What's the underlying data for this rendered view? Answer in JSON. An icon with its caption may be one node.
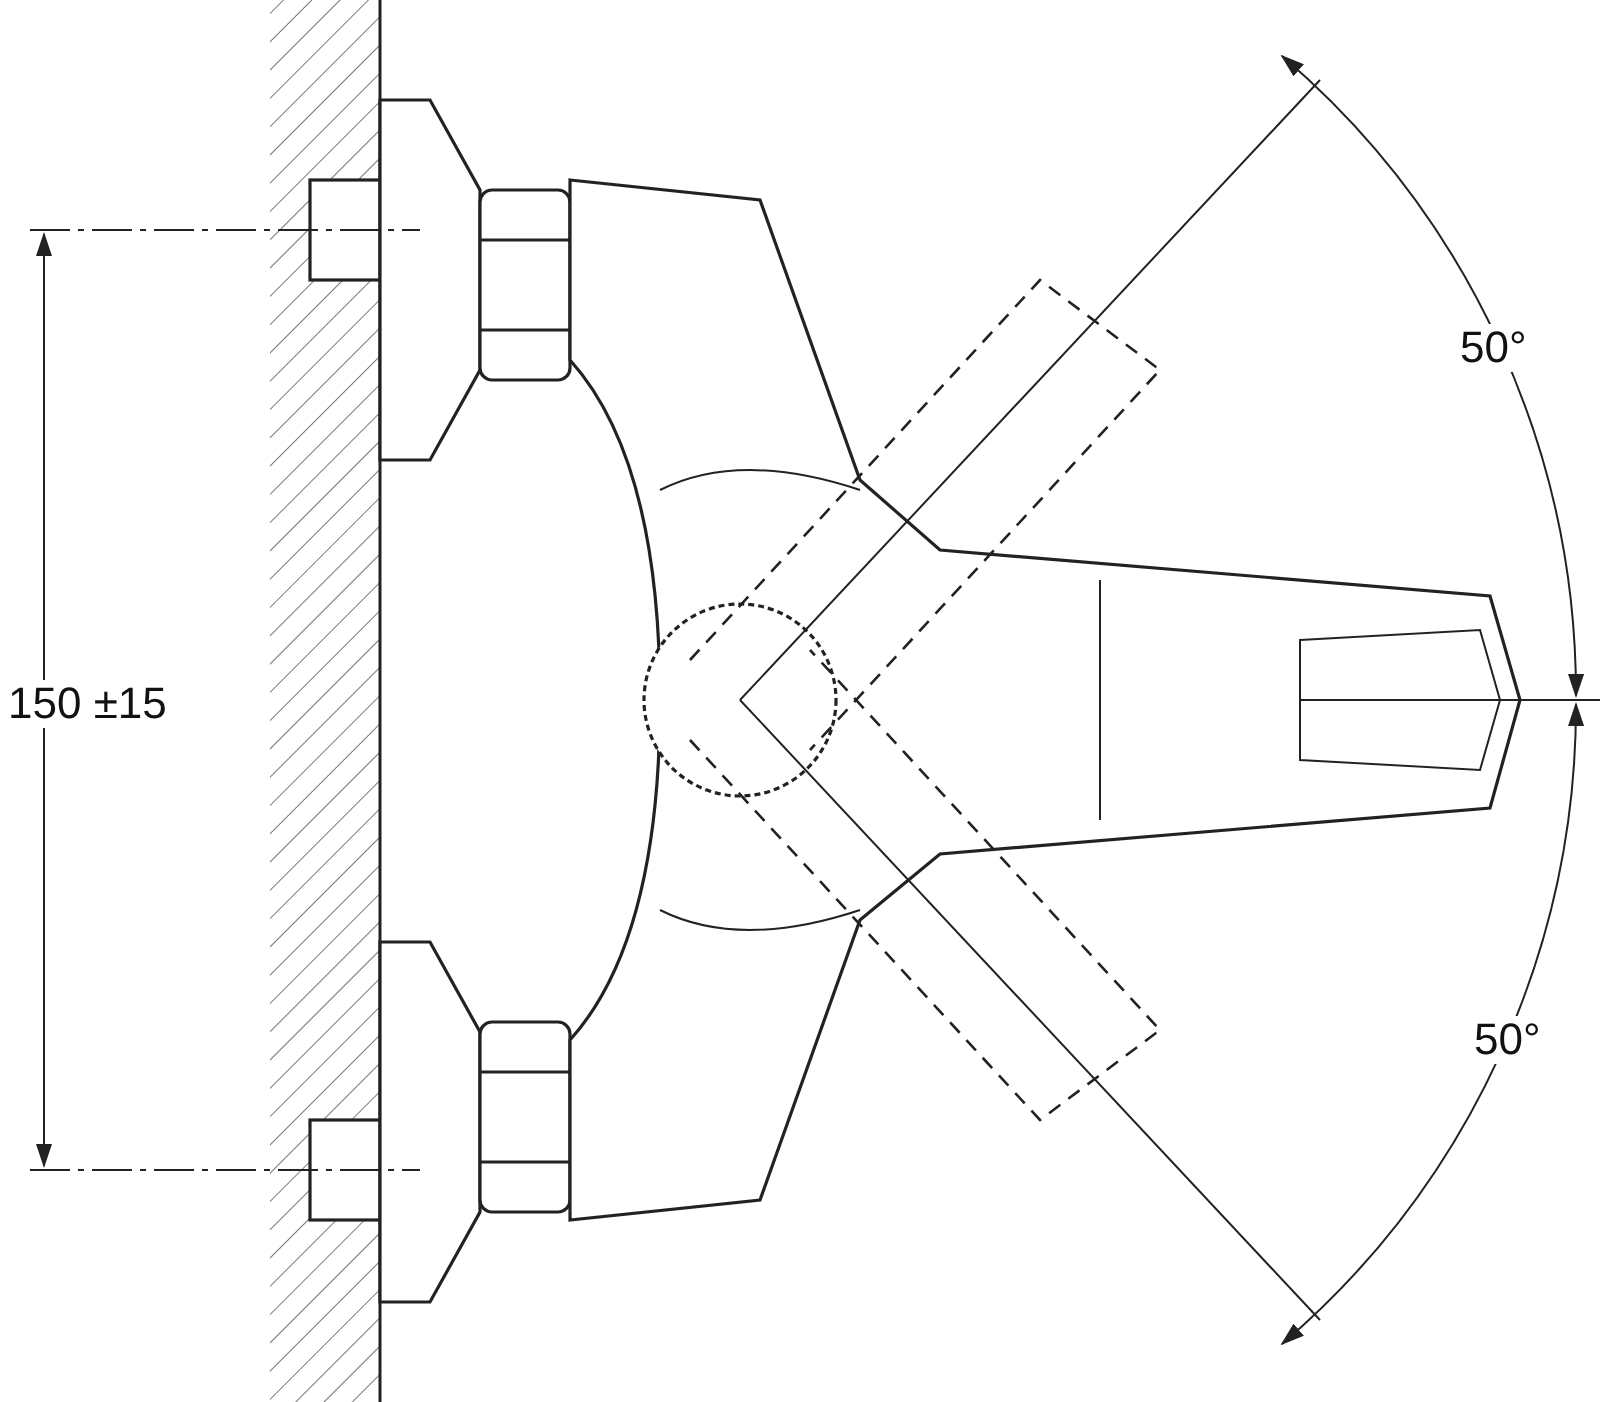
{
  "diagram": {
    "labels": [
      "50°",
      "150 ±15",
      "50°"
    ]
  }
}
